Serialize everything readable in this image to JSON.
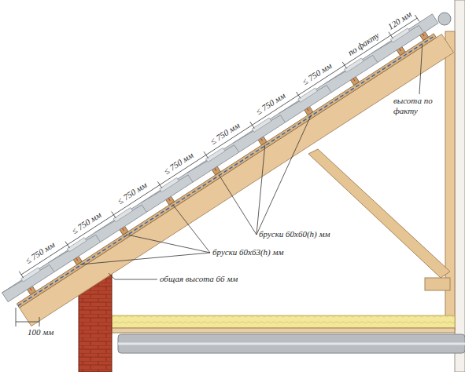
{
  "diagram": {
    "labels": [
      "≤ 750 мм",
      "≤ 750 мм",
      "≤ 750 мм",
      "≤ 750 мм",
      "≤ 750 мм",
      "≤ 750 мм",
      "≤ 750 мм",
      "по факту",
      "120 мм",
      "высота по факту",
      "бруски 60х60(h) мм",
      "бруски 60х63(h) мм",
      "общая высота 66 мм",
      "100 мм"
    ]
  }
}
